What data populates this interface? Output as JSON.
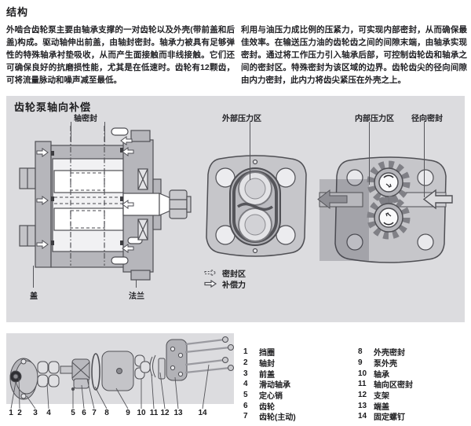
{
  "page": {
    "heading": "结构"
  },
  "intro": {
    "left": "外啮合齿轮泵主要由轴承支撑的一对齿轮以及外壳(带前盖和后盖)构成。驱动轴伸出前盖，由轴封密封。轴承力被具有足够弹性的特殊轴承衬垫吸收，从而产生面接触而非线接触。它们还可确保良好的抗磨损性能，尤其是在低速时。齿轮有12颗齿，可将流量脉动和噪声减至最低。",
    "right": "利用与油压力成比例的压紧力，可实现内部密封，从而确保最佳效率。在输送压力油的齿轮齿之间的间隙末端，由轴承实现密封。通过将工作压力引入轴承后部，可控制齿轮齿和轴承之间的密封区。特殊密封为该区域的边界。齿轮齿尖的径向间隙由内力密封，此内力将齿尖紧压在外壳之上。"
  },
  "panel": {
    "title": "齿轮泵轴向补偿",
    "labels": {
      "shaft_seal": "轴密封",
      "outer_pressure": "外部压力区",
      "inner_pressure": "内部压力区",
      "radial_seal": "径向密封",
      "cover": "盖",
      "flange": "法兰"
    },
    "legend": [
      {
        "name": "seal-zone",
        "label": "密封区"
      },
      {
        "name": "compensation-force",
        "label": "补偿力"
      }
    ]
  },
  "exploded": {
    "numbers": [
      "1",
      "2",
      "3",
      "4",
      "5",
      "6",
      "7",
      "8",
      "9",
      "10",
      "11",
      "12",
      "13",
      "14"
    ]
  },
  "parts": [
    {
      "num": "1",
      "label": "挡圈"
    },
    {
      "num": "2",
      "label": "轴封"
    },
    {
      "num": "3",
      "label": "前盖"
    },
    {
      "num": "4",
      "label": "滑动轴承"
    },
    {
      "num": "5",
      "label": "定心销"
    },
    {
      "num": "6",
      "label": "齿轮"
    },
    {
      "num": "7",
      "label": "齿轮(主动)"
    },
    {
      "num": "8",
      "label": "外壳密封"
    },
    {
      "num": "9",
      "label": "泵外壳"
    },
    {
      "num": "10",
      "label": "轴承"
    },
    {
      "num": "11",
      "label": "轴向区密封"
    },
    {
      "num": "12",
      "label": "支架"
    },
    {
      "num": "13",
      "label": "端盖"
    },
    {
      "num": "14",
      "label": "固定螺钉"
    }
  ],
  "colors": {
    "panel_bg": "#dcdcdf",
    "metal_light": "#c6c6ca",
    "metal_mid": "#b6b6bb",
    "pressure_dark": "#a4a4aa",
    "outline": "#4f4f54"
  }
}
